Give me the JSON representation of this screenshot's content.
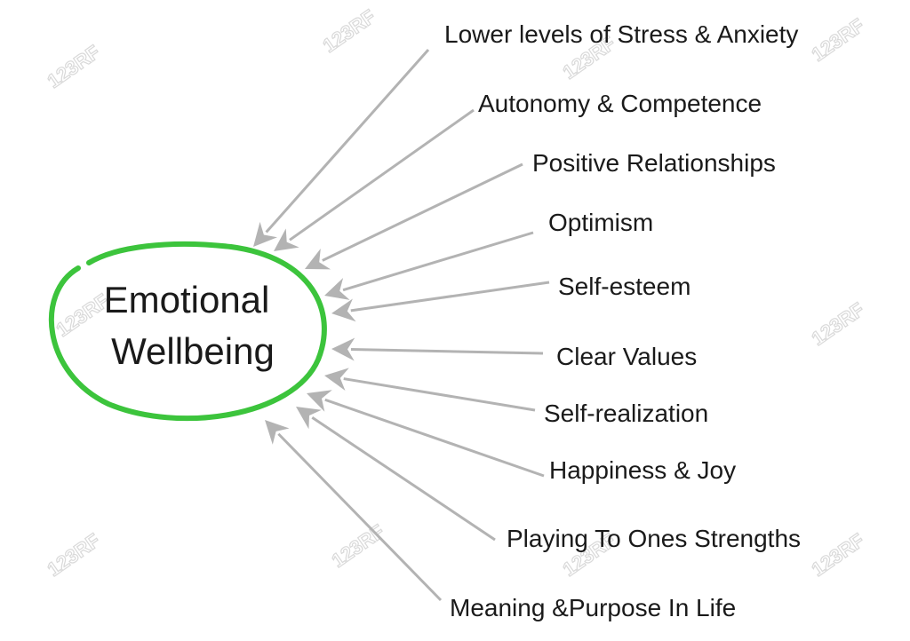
{
  "center": {
    "lines": [
      "Emotional",
      "Wellbeing"
    ],
    "ellipse_color": "#3cc43c"
  },
  "arrow_color": "#b3b3b3",
  "items": [
    {
      "label": "Lower levels of Stress & Anxiety"
    },
    {
      "label": "Autonomy & Competence"
    },
    {
      "label": "Positive Relationships"
    },
    {
      "label": "Optimism"
    },
    {
      "label": "Self-esteem"
    },
    {
      "label": "Clear Values"
    },
    {
      "label": "Self-realization"
    },
    {
      "label": "Happiness & Joy"
    },
    {
      "label": "Playing To Ones Strengths"
    },
    {
      "label": "Meaning &Purpose In Life"
    }
  ],
  "watermark": {
    "text": "123RF"
  }
}
